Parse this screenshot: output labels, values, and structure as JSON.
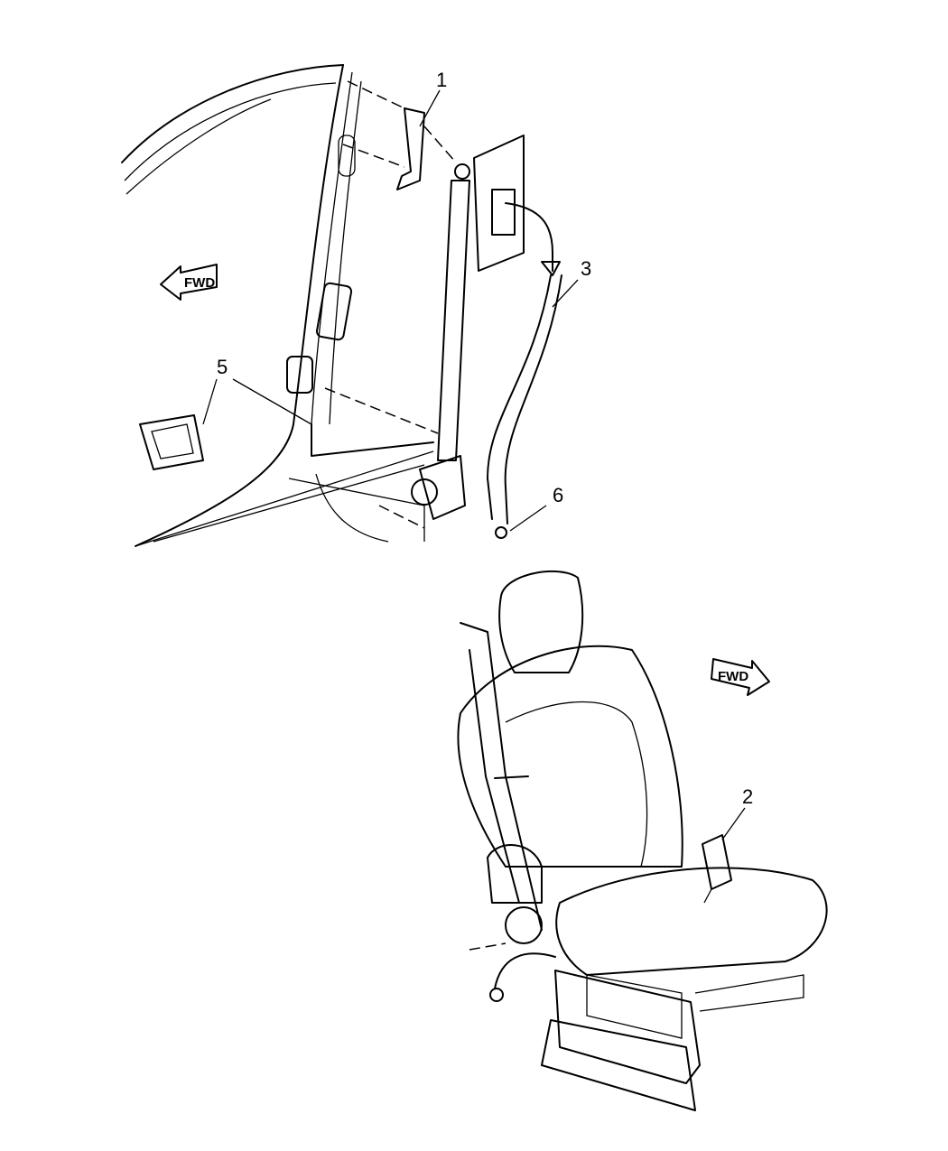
{
  "diagram": {
    "callouts": [
      "1",
      "2",
      "3",
      "5",
      "6"
    ],
    "fwd_label": "FWD",
    "colors": {
      "line": "#000000",
      "background": "#ffffff"
    }
  }
}
